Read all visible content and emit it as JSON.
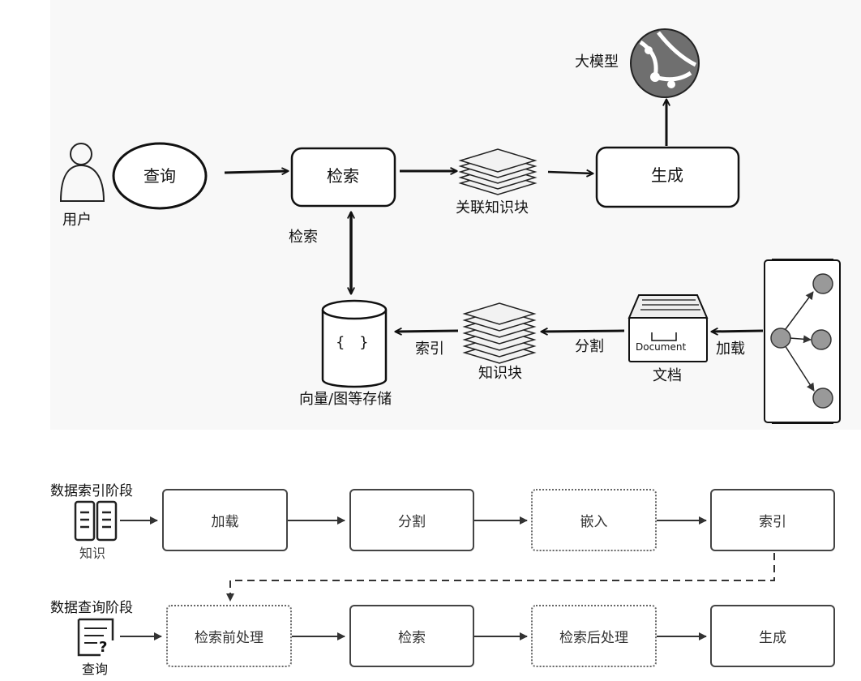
{
  "top_diagram": {
    "user_label": "用户",
    "query_label": "查询",
    "retrieve_label": "检索",
    "related_chunks_label": "关联知识块",
    "generate_label": "生成",
    "llm_label": "大模型",
    "retrieve_edge_label": "检索",
    "store_label": "向量/图等存储",
    "store_glyph": "{ }",
    "index_edge_label": "索引",
    "chunks_label": "知识块",
    "split_edge_label": "分割",
    "document_tag": "Document",
    "document_label": "文档",
    "load_edge_label": "加载"
  },
  "bottom_flow": {
    "indexing_phase": {
      "title": "数据索引阶段",
      "icon_label": "知识",
      "steps": [
        "加载",
        "分割",
        "嵌入",
        "索引"
      ]
    },
    "query_phase": {
      "title": "数据查询阶段",
      "icon_label": "查询",
      "steps": [
        "检索前处理",
        "检索",
        "检索后处理",
        "生成"
      ]
    }
  }
}
